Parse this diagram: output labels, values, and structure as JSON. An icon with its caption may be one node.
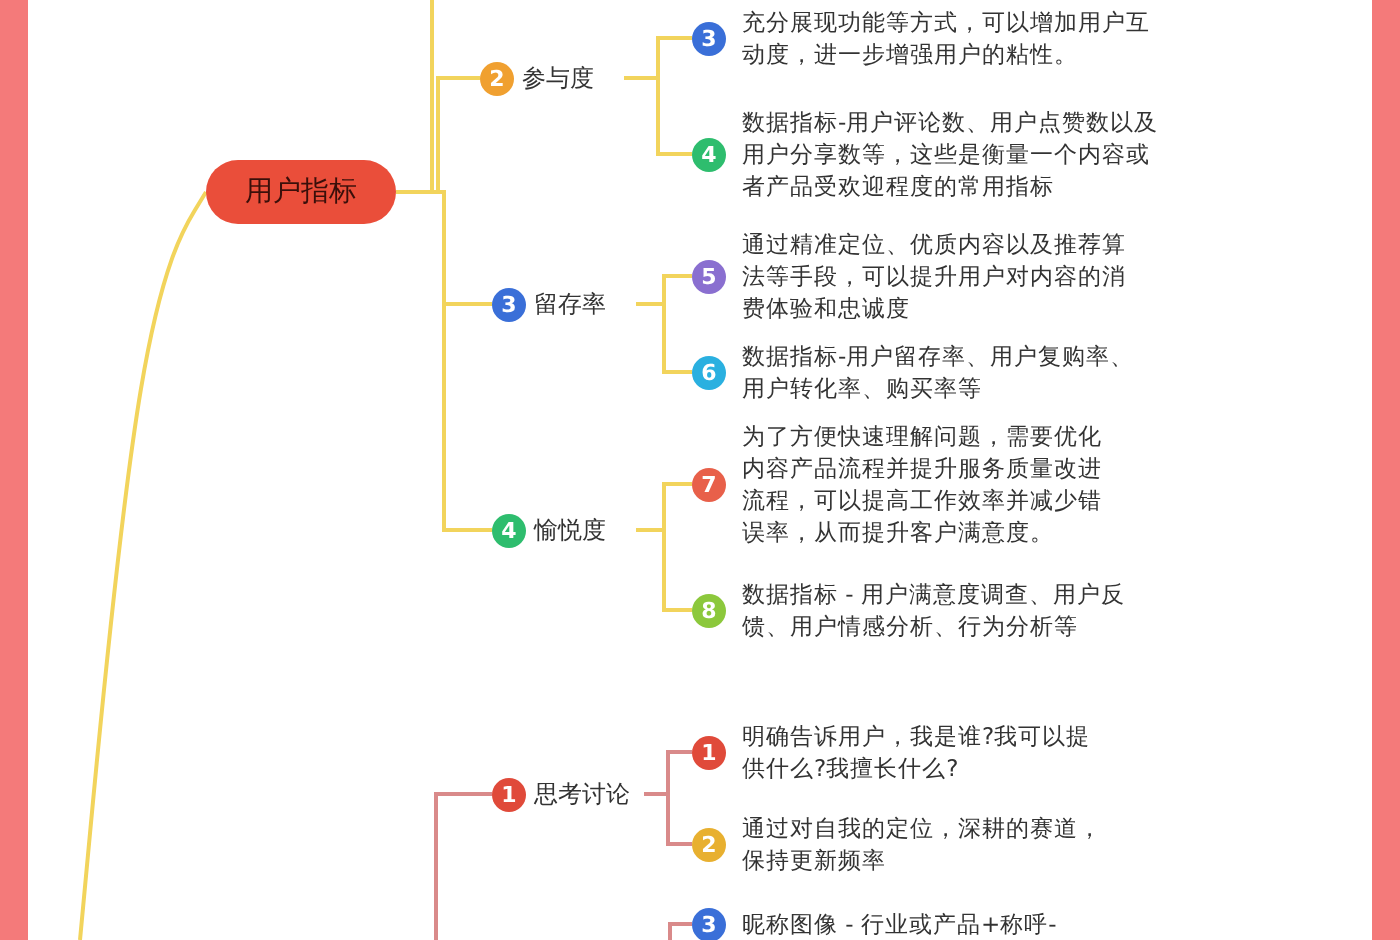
{
  "diagram": {
    "nodes": [
      {
        "text": [
          "用户指标"
        ]
      },
      {
        "text": [
          "2",
          "参与度"
        ]
      },
      {
        "text": [
          "3",
          "充分展现功能等方式，可以增加用户互动度，进一步增强用户的粘性。"
        ]
      },
      {
        "text": [
          "4",
          "数据指标-用户评论数、用户点赞数以及用户分享数等，这些是衡量一个内容或者产品受欢迎程度的常用指标"
        ]
      },
      {
        "text": [
          "3",
          "留存率"
        ]
      },
      {
        "text": [
          "5",
          "通过精准定位、优质内容以及推荐算法等手段，可以提升用户对内容的消费体验和忠诚度"
        ]
      },
      {
        "text": [
          "6",
          "数据指标-用户留存率、用户复购率、用户转化率、购买率等"
        ]
      },
      {
        "text": [
          "4",
          "愉悦度"
        ]
      },
      {
        "text": [
          "7",
          "为了方便快速理解问题，需要优化内容产品流程并提升服务质量改进流程，可以提高工作效率并减少错误率，从而提升客户满意度。"
        ]
      },
      {
        "text": [
          "8",
          "数据指标 - 用户满意度调查、用户反馈、用户情感分析、行为分析等"
        ]
      },
      {
        "text": [
          "1",
          "思考讨论"
        ]
      },
      {
        "text": [
          "1",
          "明确告诉用户，我是谁?我可以提供什么?我擅长什么?"
        ]
      },
      {
        "text": [
          "2",
          "通过对自我的定位，深耕的赛道，保持更新频率"
        ]
      },
      {
        "text": [
          "3",
          "昵称图像 - 行业或产品+称呼-"
        ]
      }
    ],
    "edges": [
      {
        "from": null,
        "to": 0,
        "arrow": "none"
      },
      {
        "from": 0,
        "to": null,
        "arrow": "none"
      },
      {
        "from": 0,
        "to": 1,
        "arrow": "none"
      },
      {
        "from": 0,
        "to": 4,
        "arrow": "none"
      },
      {
        "from": 0,
        "to": 7,
        "arrow": "none"
      },
      {
        "from": 1,
        "to": 2,
        "arrow": "none"
      },
      {
        "from": 1,
        "to": 3,
        "arrow": "none"
      },
      {
        "from": 4,
        "to": 5,
        "arrow": "none"
      },
      {
        "from": 4,
        "to": 6,
        "arrow": "none"
      },
      {
        "from": 7,
        "to": 8,
        "arrow": "none"
      },
      {
        "from": 7,
        "to": 9,
        "arrow": "none"
      },
      {
        "from": null,
        "to": 10,
        "arrow": "none",
        "color": "#d98a8a"
      },
      {
        "from": 10,
        "to": 11,
        "arrow": "none",
        "color": "#d98a8a"
      },
      {
        "from": 10,
        "to": 12,
        "arrow": "none",
        "color": "#d98a8a"
      },
      {
        "from": null,
        "to": 13,
        "arrow": "none",
        "color": "#d98a8a"
      }
    ]
  }
}
